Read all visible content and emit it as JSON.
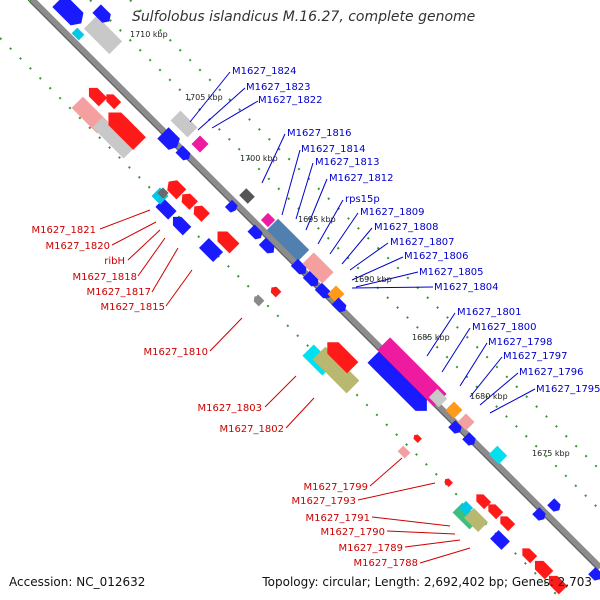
{
  "header": {
    "title": "Sulfolobus islandicus M.16.27, complete genome"
  },
  "footer": {
    "accession": "Accession: NC_012632",
    "topology": "Topology: circular; Length: 2,692,402 bp; Genes: 2,703"
  },
  "colors": {
    "forward_label": "#0000cc",
    "reverse_label": "#cc0000",
    "backbone": "#8c8c8c",
    "track_dots": "#2e9d2e"
  },
  "scale_labels": [
    "1710 kbp",
    "1705 kbp",
    "1700 kbp",
    "1695 kbp",
    "1690 kbp",
    "1685 kbp",
    "1680 kbp",
    "1675 kbp"
  ],
  "forward_genes": [
    "M1627_1824",
    "M1627_1823",
    "M1627_1822",
    "M1627_1816",
    "M1627_1814",
    "M1627_1813",
    "M1627_1812",
    "rps15p",
    "M1627_1809",
    "M1627_1808",
    "M1627_1807",
    "M1627_1806",
    "M1627_1805",
    "M1627_1804",
    "M1627_1801",
    "M1627_1800",
    "M1627_1798",
    "M1627_1797",
    "M1627_1796",
    "M1627_1795"
  ],
  "reverse_genes": [
    "M1627_1821",
    "M1627_1820",
    "ribH",
    "M1627_1818",
    "M1627_1817",
    "M1627_1815",
    "M1627_1810",
    "M1627_1803",
    "M1627_1802",
    "M1627_1799",
    "M1627_1793",
    "M1627_1791",
    "M1627_1790",
    "M1627_1789",
    "M1627_1788"
  ]
}
